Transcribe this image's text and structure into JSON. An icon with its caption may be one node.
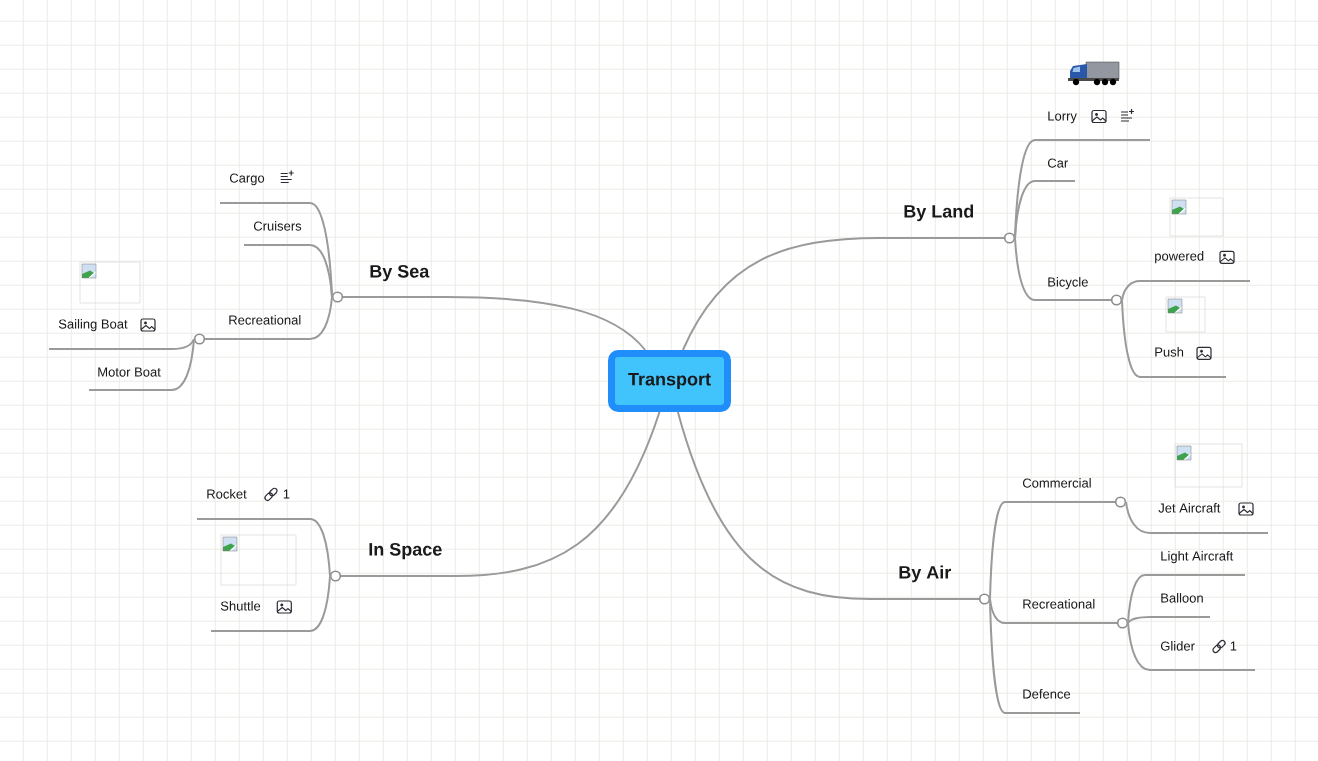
{
  "diagram": {
    "nodes": [
      {
        "text": [
          "Transport"
        ]
      },
      {
        "text": [
          "By Land"
        ]
      },
      {
        "text": [
          "Lorry"
        ]
      },
      {
        "text": [
          "Car"
        ]
      },
      {
        "text": [
          "Bicycle"
        ]
      },
      {
        "text": [
          "powered"
        ]
      },
      {
        "text": [
          "Push"
        ]
      },
      {
        "text": [
          "By Sea"
        ]
      },
      {
        "text": [
          "Cargo"
        ]
      },
      {
        "text": [
          "Cruisers"
        ]
      },
      {
        "text": [
          "Recreational"
        ]
      },
      {
        "text": [
          "Sailing Boat"
        ]
      },
      {
        "text": [
          "Motor Boat"
        ]
      },
      {
        "text": [
          "In Space"
        ]
      },
      {
        "text": [
          "Rocket",
          "1"
        ]
      },
      {
        "text": [
          "Shuttle"
        ]
      },
      {
        "text": [
          "By Air"
        ]
      },
      {
        "text": [
          "Commercial"
        ]
      },
      {
        "text": [
          "Jet Aircraft"
        ]
      },
      {
        "text": [
          "Recreational"
        ]
      },
      {
        "text": [
          "Light Aircraft"
        ]
      },
      {
        "text": [
          "Balloon"
        ]
      },
      {
        "text": [
          "Glider",
          "1"
        ]
      },
      {
        "text": [
          "Defence"
        ]
      }
    ],
    "edges": [
      {
        "from": 0,
        "to": 1,
        "arrow": "none"
      },
      {
        "from": 1,
        "to": 2,
        "arrow": "none"
      },
      {
        "from": 1,
        "to": 3,
        "arrow": "none"
      },
      {
        "from": 1,
        "to": 4,
        "arrow": "none"
      },
      {
        "from": 4,
        "to": 5,
        "arrow": "none"
      },
      {
        "from": 4,
        "to": 6,
        "arrow": "none"
      },
      {
        "from": 0,
        "to": 7,
        "arrow": "none"
      },
      {
        "from": 7,
        "to": 8,
        "arrow": "none"
      },
      {
        "from": 7,
        "to": 9,
        "arrow": "none"
      },
      {
        "from": 7,
        "to": 10,
        "arrow": "none"
      },
      {
        "from": 10,
        "to": 11,
        "arrow": "none"
      },
      {
        "from": 10,
        "to": 12,
        "arrow": "none"
      },
      {
        "from": 0,
        "to": 13,
        "arrow": "none"
      },
      {
        "from": 13,
        "to": 14,
        "arrow": "none"
      },
      {
        "from": 13,
        "to": 15,
        "arrow": "none"
      },
      {
        "from": 0,
        "to": 16,
        "arrow": "none"
      },
      {
        "from": 16,
        "to": 17,
        "arrow": "none"
      },
      {
        "from": 17,
        "to": 18,
        "arrow": "none"
      },
      {
        "from": 16,
        "to": 19,
        "arrow": "none"
      },
      {
        "from": 19,
        "to": 20,
        "arrow": "none"
      },
      {
        "from": 19,
        "to": 21,
        "arrow": "none"
      },
      {
        "from": 19,
        "to": 22,
        "arrow": "none"
      },
      {
        "from": 16,
        "to": 23,
        "arrow": "none"
      }
    ]
  }
}
